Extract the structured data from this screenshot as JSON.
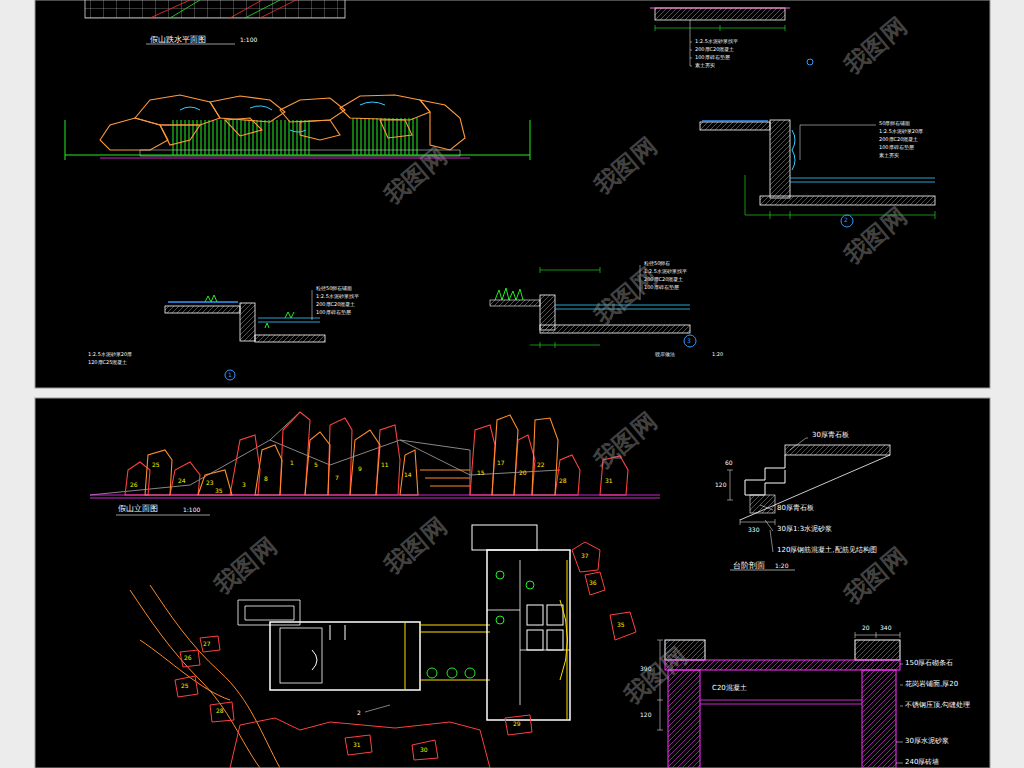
{
  "diagram": {
    "labels": [
      "假山跌水平面图",
      "1:100",
      "1:2.5水泥砂浆找平",
      "200厚C20混凝土",
      "100厚碎石垫层",
      "素土夯实",
      "50厚卵石铺面",
      "1:2.5水泥砂浆20厚",
      "200厚C20混凝土",
      "100厚碎石垫层",
      "素土夯实",
      "2",
      "粒径50卵石铺面",
      "1:2.5水泥砂浆找平",
      "200厚C20混凝土",
      "100厚碎石垫层",
      "1:2.5水泥砂浆20厚",
      "120厚C25混凝土",
      "1",
      "粒径50卵石",
      "1:2.5水泥砂浆找平",
      "200厚C20混凝土",
      "100厚碎石垫层",
      "3",
      "驳岸做法",
      "1:20",
      "假山立面图",
      "1:100",
      "26",
      "25",
      "24",
      "23",
      "3",
      "8",
      "1",
      "5",
      "7",
      "9",
      "11",
      "14",
      "15",
      "17",
      "20",
      "22",
      "28",
      "31",
      "35",
      "台阶剖面",
      "1:20",
      "30厚青石板",
      "80厚青石板",
      "30厚1:3水泥砂浆",
      "120厚钢筋混凝土,配筋见结构图",
      "60",
      "120",
      "330",
      "C20混凝土",
      "150厚石砌条石",
      "花岗岩铺面,厚20",
      "不锈钢压顶,勾缝处理",
      "30厚水泥砂浆",
      "240厚砖墙",
      "20",
      "340",
      "390",
      "120",
      "37",
      "36",
      "35",
      "27",
      "26",
      "25",
      "28",
      "29",
      "30",
      "31",
      "2",
      "我图网",
      "我图网",
      "我图网",
      "我图网",
      "我图网",
      "我图网",
      "我图网",
      "我图网",
      "我图网",
      "我图网"
    ]
  }
}
